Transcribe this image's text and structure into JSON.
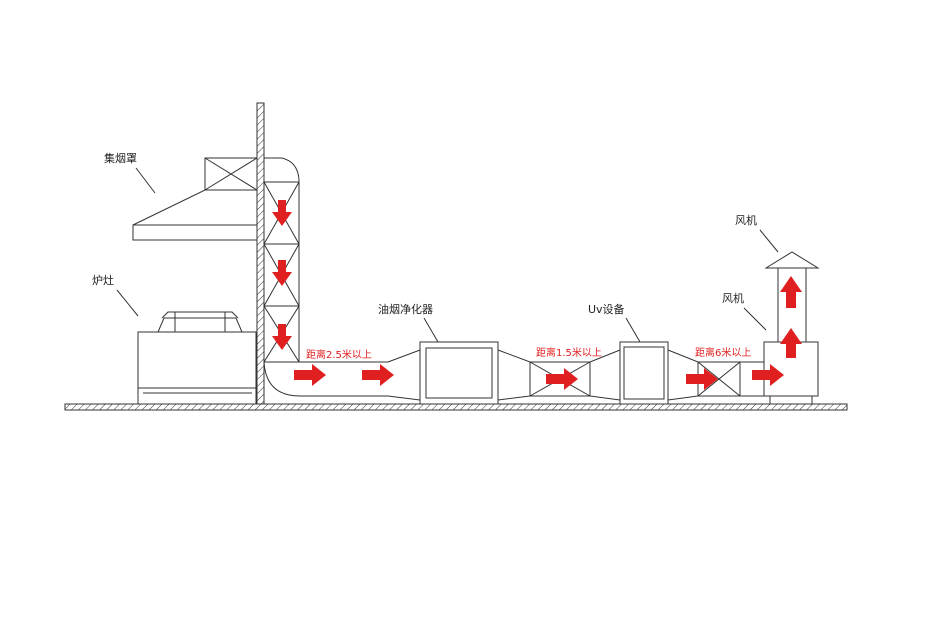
{
  "labels": {
    "hood": "集烟罩",
    "stove": "炉灶",
    "purifier": "油烟净化器",
    "uv": "Uv设备",
    "fan_top": "风机",
    "fan_mid": "风机"
  },
  "distances": {
    "d1": "距离2.5米以上",
    "d2": "距离1.5米以上",
    "d3": "距离6米以上"
  },
  "colors": {
    "arrow": "#e02020",
    "line": "#333333"
  }
}
